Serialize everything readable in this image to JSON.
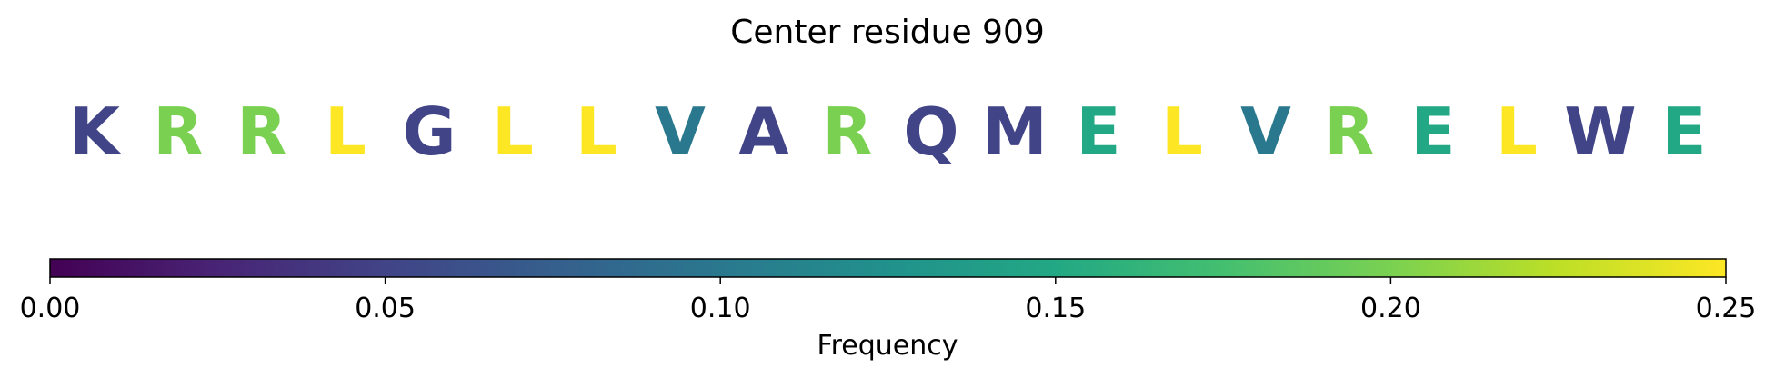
{
  "chart_data": {
    "type": "sequence-logo",
    "title": "Center residue 909",
    "residues": [
      {
        "letter": "K",
        "frequency": 0.05
      },
      {
        "letter": "R",
        "frequency": 0.2
      },
      {
        "letter": "R",
        "frequency": 0.2
      },
      {
        "letter": "L",
        "frequency": 0.25
      },
      {
        "letter": "G",
        "frequency": 0.05
      },
      {
        "letter": "L",
        "frequency": 0.25
      },
      {
        "letter": "L",
        "frequency": 0.25
      },
      {
        "letter": "V",
        "frequency": 0.1
      },
      {
        "letter": "A",
        "frequency": 0.05
      },
      {
        "letter": "R",
        "frequency": 0.2
      },
      {
        "letter": "Q",
        "frequency": 0.05
      },
      {
        "letter": "M",
        "frequency": 0.05
      },
      {
        "letter": "E",
        "frequency": 0.15
      },
      {
        "letter": "L",
        "frequency": 0.25
      },
      {
        "letter": "V",
        "frequency": 0.1
      },
      {
        "letter": "R",
        "frequency": 0.2
      },
      {
        "letter": "E",
        "frequency": 0.15
      },
      {
        "letter": "L",
        "frequency": 0.25
      },
      {
        "letter": "W",
        "frequency": 0.05
      },
      {
        "letter": "E",
        "frequency": 0.15
      }
    ],
    "colorbar": {
      "label": "Frequency",
      "colormap": "viridis",
      "range": [
        0,
        0.25
      ],
      "ticks": [
        0.0,
        0.05,
        0.1,
        0.15,
        0.2,
        0.25
      ],
      "tick_labels": [
        "0.00",
        "0.05",
        "0.10",
        "0.15",
        "0.20",
        "0.25"
      ]
    }
  }
}
